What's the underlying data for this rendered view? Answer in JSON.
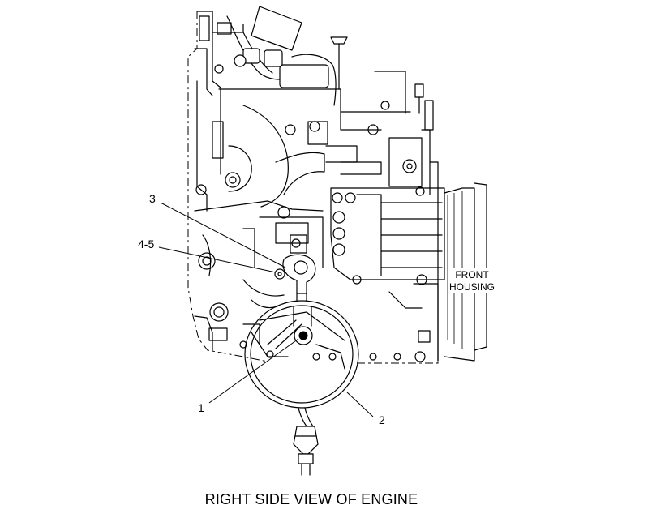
{
  "caption": "RIGHT SIDE VIEW OF ENGINE",
  "callouts": {
    "c1": "1",
    "c2": "2",
    "c3": "3",
    "c45": "4-5"
  },
  "labels": {
    "front_line1": "FRONT",
    "front_line2": "HOUSING"
  }
}
